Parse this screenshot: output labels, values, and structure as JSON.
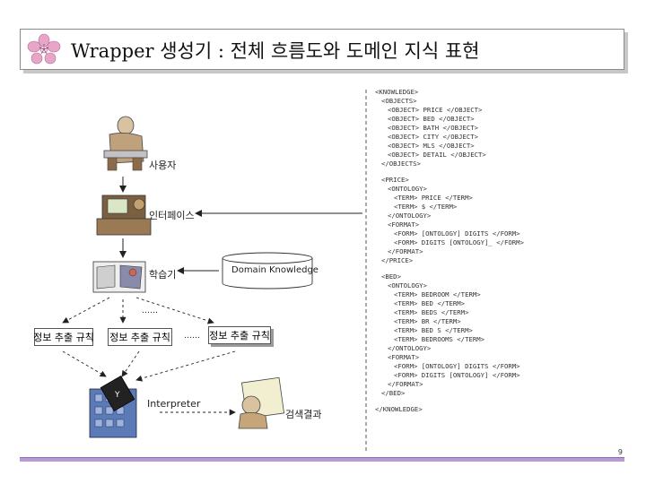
{
  "title": "Wrapper 생성기 : 전체 흐름도와 도메인 지식 표현",
  "diagram": {
    "user_label": "사용자",
    "interface_label": "인터페이스",
    "learner_label": "학습기",
    "domain_knowledge": "Domain Knowledge",
    "dots": "……",
    "extraction_rules": [
      "정보 추출 규칙",
      "정보 추출 규칙",
      "정보 추출 규칙"
    ],
    "interpreter_label": "Interpreter",
    "result_label": "검색결과"
  },
  "xml": [
    [
      "<KNOWLEDGE>",
      "<OBJECTS>",
      "<OBJECT> PRICE </OBJECT>",
      "<OBJECT> BED </OBJECT>",
      "<OBJECT> BATH </OBJECT>",
      "<OBJECT> CITY </OBJECT>",
      "<OBJECT> MLS </OBJECT>",
      "<OBJECT> DETAIL </OBJECT>",
      "</OBJECTS>"
    ],
    [
      "<PRICE>",
      "<ONTOLOGY>",
      "<TERM> PRICE </TERM>",
      "<TERM> $ </TERM>",
      "</ONTOLOGY>",
      "<FORMAT>",
      "<FORM> [ONTOLOGY] DIGITS </FORM>",
      "<FORM> DIGITS [ONTOLOGY]_ </FORM>",
      "</FORMAT>",
      "</PRICE>"
    ],
    [
      "<BED>",
      "<ONTOLOGY>",
      "<TERM> BEDROOM </TERM>",
      "<TERM> BED </TERM>",
      "<TERM> BEDS </TERM>",
      "<TERM> BR </TERM>",
      "<TERM> BED S </TERM>",
      "<TERM> BEDROOMS </TERM>",
      "</ONTOLOGY>",
      "<FORMAT>",
      "<FORM> [ONTOLOGY] DIGITS </FORM>",
      "<FORM> DIGITS [ONTOLOGY] </FORM>",
      "</FORMAT>",
      "</BED>"
    ],
    [
      "</KNOWLEDGE>"
    ]
  ],
  "xml_indent": [
    [
      0,
      1,
      2,
      2,
      2,
      2,
      2,
      2,
      1
    ],
    [
      1,
      2,
      3,
      3,
      2,
      2,
      3,
      3,
      2,
      1
    ],
    [
      1,
      2,
      3,
      3,
      3,
      3,
      3,
      3,
      2,
      2,
      3,
      3,
      2,
      1
    ],
    [
      0
    ]
  ],
  "page_number": "9"
}
